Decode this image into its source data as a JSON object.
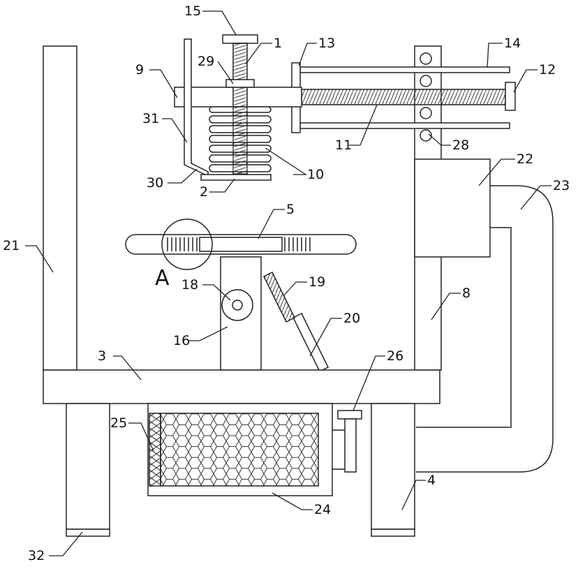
{
  "detail_marker": "A",
  "labels": {
    "l1": "1",
    "l2": "2",
    "l3": "3",
    "l4": "4",
    "l5": "5",
    "l8": "8",
    "l9": "9",
    "l10": "10",
    "l11": "11",
    "l12": "12",
    "l13": "13",
    "l14": "14",
    "l15": "15",
    "l16": "16",
    "l18": "18",
    "l19": "19",
    "l20": "20",
    "l21": "21",
    "l22": "22",
    "l23": "23",
    "l24": "24",
    "l25": "25",
    "l26": "26",
    "l28": "28",
    "l29": "29",
    "l30": "30",
    "l31": "31",
    "l32": "32"
  }
}
